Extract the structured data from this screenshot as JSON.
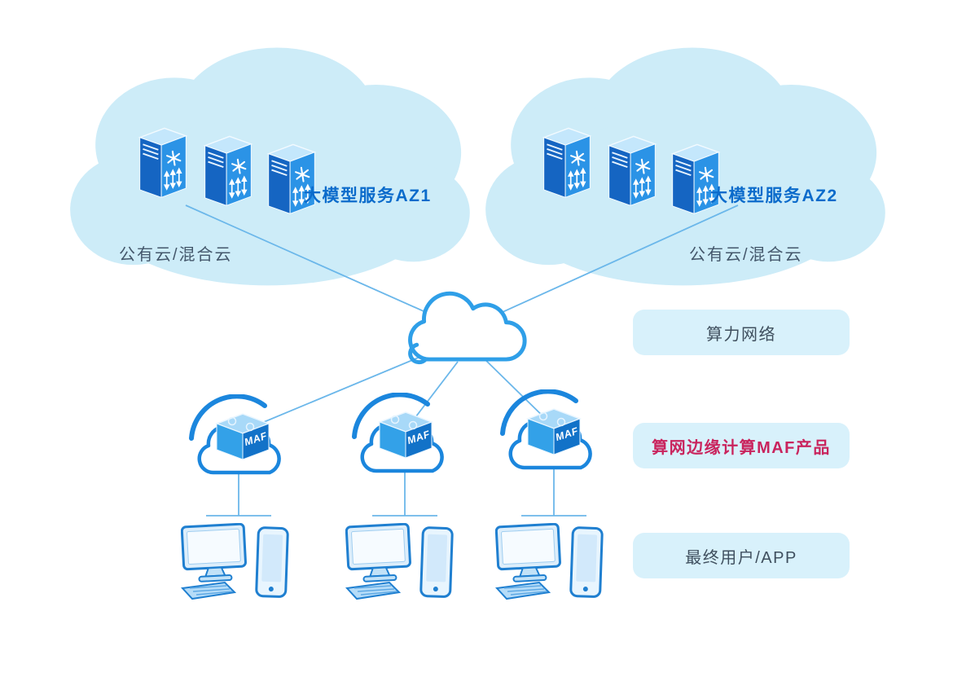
{
  "regions": {
    "az1": {
      "title": "大模型服务AZ1",
      "subtitle": "公有云/混合云"
    },
    "az2": {
      "title": "大模型服务AZ2",
      "subtitle": "公有云/混合云"
    }
  },
  "maf_nodes": [
    {
      "label": "MAF"
    },
    {
      "label": "MAF"
    },
    {
      "label": "MAF"
    }
  ],
  "side_labels": {
    "network": {
      "text": "算力网络"
    },
    "maf_product": {
      "text": "算网边缘计算MAF产品"
    },
    "end_users": {
      "text": "最终用户/APP"
    }
  },
  "icons": {
    "server": "server-icon",
    "cloud_region": "cloud-region-shape",
    "network_cloud": "network-cloud-icon",
    "maf_edge_node": "maf-edge-cloud-box-icon",
    "desktop": "desktop-monitor-icon",
    "keyboard": "keyboard-icon",
    "phone": "smartphone-icon"
  },
  "colors": {
    "cloud_fill": "#cdecf8",
    "connection_line": "#6bb7ea",
    "title_blue": "#0b6bcb",
    "subtitle_gray": "#44576b",
    "emphasis_red": "#c9245d",
    "label_bg": "#d8f1fb",
    "label_text": "#3f4f5e",
    "icon_blue_dark": "#1565c2",
    "icon_blue": "#2b93e6",
    "icon_blue_light": "#c4e7fc",
    "outline_blue": "#1b86dd"
  }
}
